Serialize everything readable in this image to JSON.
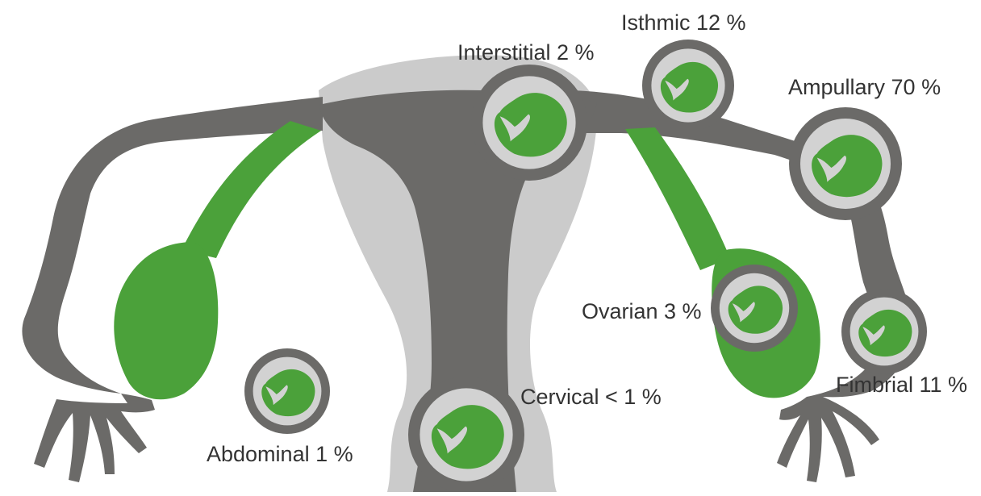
{
  "colors": {
    "tube": "#6b6a68",
    "cavity": "#cbcbcb",
    "ovary": "#4ba13a",
    "ring": "#6b6a68",
    "ring_inner": "#d2d2d2",
    "embryo": "#4ba13a",
    "label": "#333333"
  },
  "sites": [
    {
      "id": "interstitial",
      "label": "Interstitial 2 %",
      "percent": 2
    },
    {
      "id": "isthmic",
      "label": "Isthmic 12 %",
      "percent": 12
    },
    {
      "id": "ampullary",
      "label": "Ampullary 70 %",
      "percent": 70
    },
    {
      "id": "ovarian",
      "label": "Ovarian 3 %",
      "percent": 3
    },
    {
      "id": "fimbrial",
      "label": "Fimbrial 11 %",
      "percent": 11
    },
    {
      "id": "cervical",
      "label": "Cervical < 1 %",
      "percent": "< 1"
    },
    {
      "id": "abdominal",
      "label": "Abdominal 1 %",
      "percent": 1
    }
  ]
}
